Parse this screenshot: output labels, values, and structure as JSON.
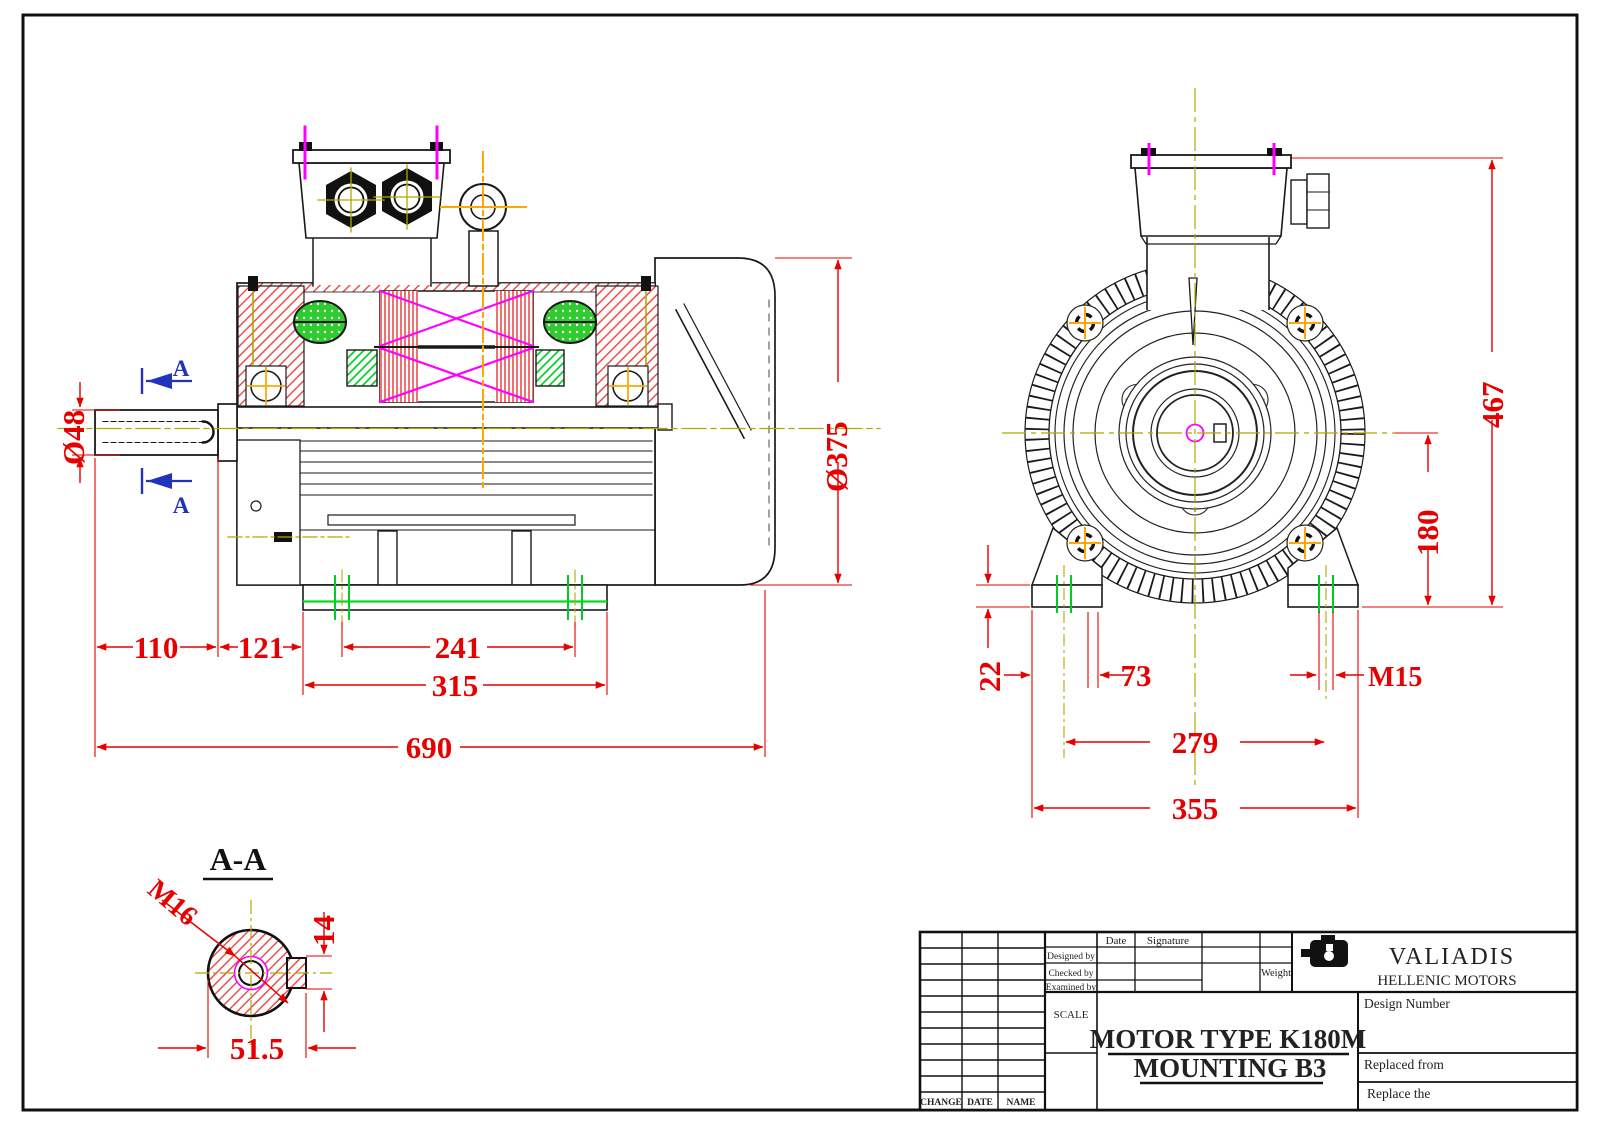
{
  "labels": {
    "cut_plane": "A",
    "section_title": "A-A"
  },
  "dims": {
    "shaft_diameter": "Ø48",
    "shaft_length": "110",
    "shaft_to_foot": "121",
    "foot_slot_span_side": "241",
    "foot_length": "315",
    "overall_length": "690",
    "body_diameter": "Ø375",
    "overall_height": "467",
    "shaft_center_height": "180",
    "foot_thickness": "22",
    "foot_edge_to_slot": "73",
    "foot_slot_thread": "M15",
    "foot_slot_span_front": "279",
    "foot_width": "355",
    "shaft_end_thread": "M16",
    "key_width": "14",
    "key_flat_height": "51.5"
  },
  "title_block": {
    "company": "VALIADIS",
    "company_sub": "HELLENIC MOTORS",
    "title_line1": "MOTOR TYPE K180M",
    "title_line2": "MOUNTING  B3",
    "design_number_label": "Design Number",
    "replaced_from_label": "Replaced from",
    "replace_the_label": "Replace the",
    "scale_label": "SCALE",
    "weight_label": "Weight",
    "date_header": "Date",
    "signature_header": "Signature",
    "designed_by": "Designed by",
    "checked_by": "Checked by",
    "examined_by": "Examined by",
    "change_col": "CHANGE",
    "date_col": "DATE",
    "name_col": "NAME"
  },
  "colors": {
    "dimension_red": "#e60000",
    "hatch_red": "#ee3333",
    "magenta": "#ff00ff",
    "green": "#00cc22",
    "centerline_olive": "#b0a800",
    "crosshair_orange": "#ffa800",
    "section_blue": "#2233bb",
    "linework_black": "#1a1a1a"
  }
}
